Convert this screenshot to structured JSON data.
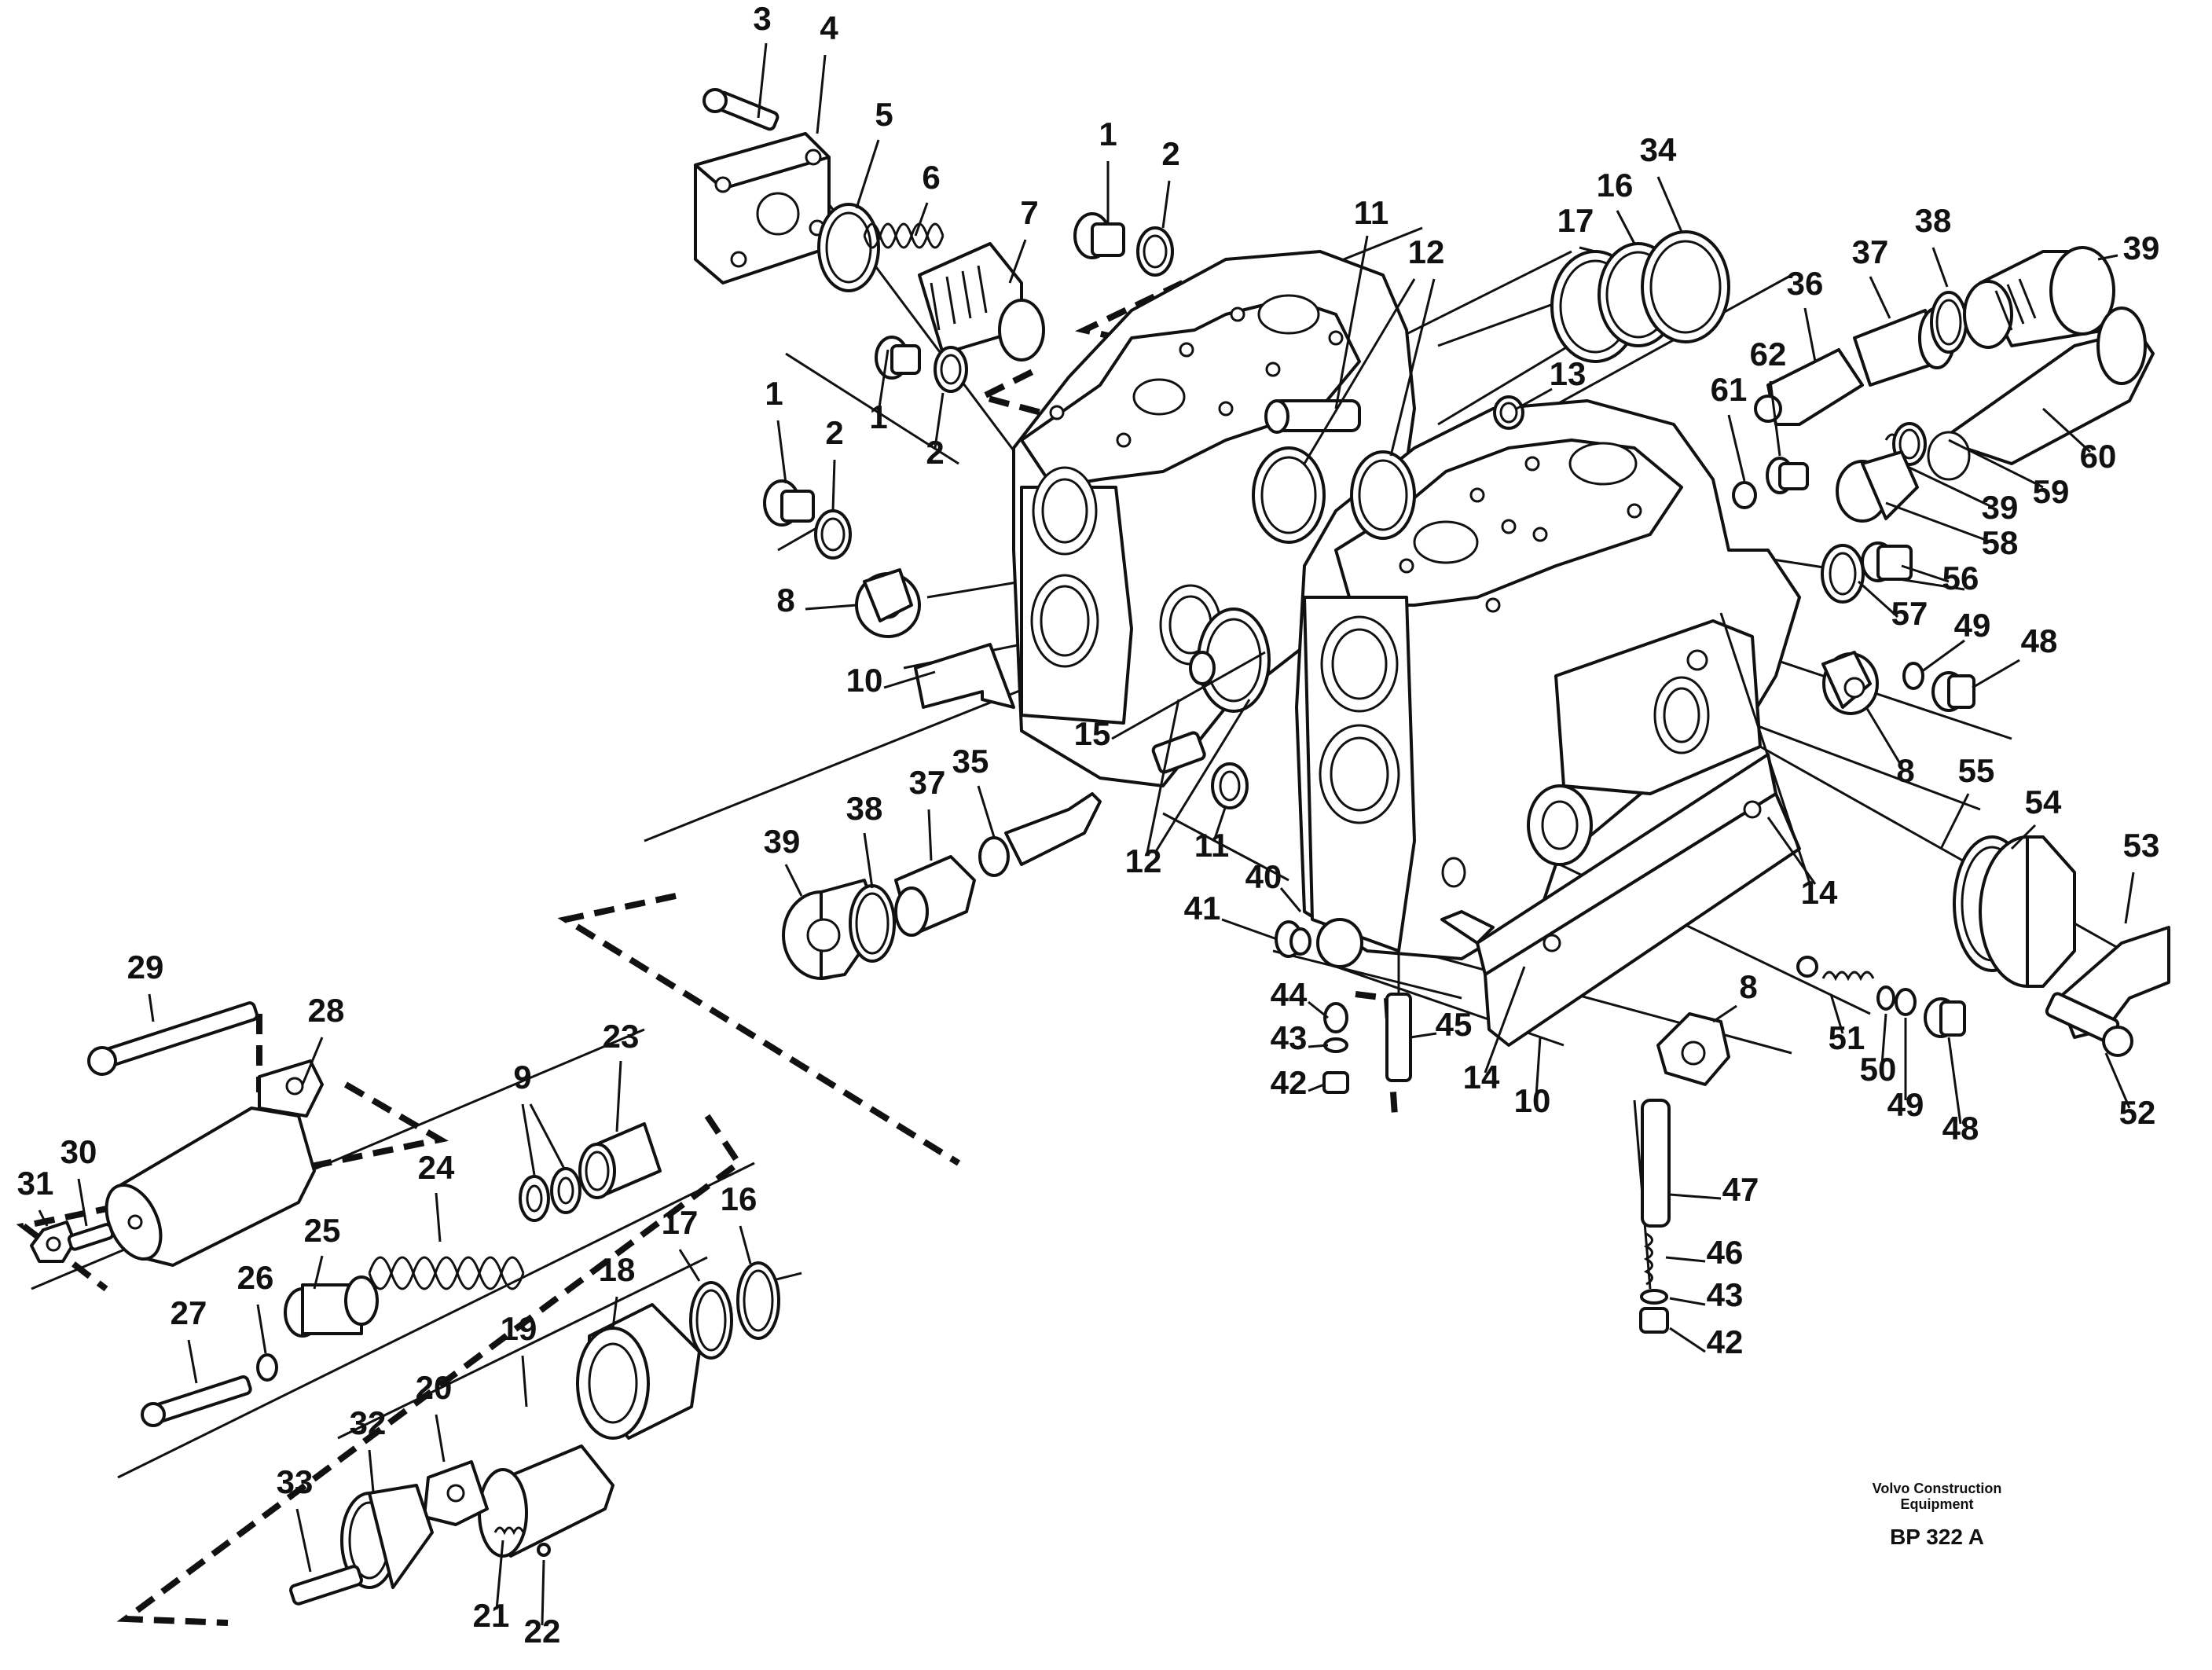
{
  "diagram": {
    "callouts": [
      {
        "id": "c3",
        "text": "3"
      },
      {
        "id": "c4",
        "text": "4"
      },
      {
        "id": "c5",
        "text": "5"
      },
      {
        "id": "c6",
        "text": "6"
      },
      {
        "id": "c7",
        "text": "7"
      },
      {
        "id": "c1a",
        "text": "1"
      },
      {
        "id": "c2a",
        "text": "2"
      },
      {
        "id": "c1b",
        "text": "1"
      },
      {
        "id": "c2b",
        "text": "2"
      },
      {
        "id": "c1c",
        "text": "1"
      },
      {
        "id": "c2c",
        "text": "2"
      },
      {
        "id": "c11a",
        "text": "11"
      },
      {
        "id": "c12a",
        "text": "12"
      },
      {
        "id": "c13",
        "text": "13"
      },
      {
        "id": "c17a",
        "text": "17"
      },
      {
        "id": "c16a",
        "text": "16"
      },
      {
        "id": "c34",
        "text": "34"
      },
      {
        "id": "c36",
        "text": "36"
      },
      {
        "id": "c37a",
        "text": "37"
      },
      {
        "id": "c38a",
        "text": "38"
      },
      {
        "id": "c39a",
        "text": "39"
      },
      {
        "id": "c61",
        "text": "61"
      },
      {
        "id": "c62",
        "text": "62"
      },
      {
        "id": "c60",
        "text": "60"
      },
      {
        "id": "c59",
        "text": "59"
      },
      {
        "id": "c39b",
        "text": "39"
      },
      {
        "id": "c58",
        "text": "58"
      },
      {
        "id": "c56",
        "text": "56"
      },
      {
        "id": "c57",
        "text": "57"
      },
      {
        "id": "c49a",
        "text": "49"
      },
      {
        "id": "c48a",
        "text": "48"
      },
      {
        "id": "c8a",
        "text": "8"
      },
      {
        "id": "c8b",
        "text": "8"
      },
      {
        "id": "c10a",
        "text": "10"
      },
      {
        "id": "c15",
        "text": "15"
      },
      {
        "id": "c35",
        "text": "35"
      },
      {
        "id": "c37b",
        "text": "37"
      },
      {
        "id": "c38b",
        "text": "38"
      },
      {
        "id": "c39c",
        "text": "39"
      },
      {
        "id": "c12b",
        "text": "12"
      },
      {
        "id": "c11b",
        "text": "11"
      },
      {
        "id": "c40",
        "text": "40"
      },
      {
        "id": "c41",
        "text": "41"
      },
      {
        "id": "c14a",
        "text": "14"
      },
      {
        "id": "c55",
        "text": "55"
      },
      {
        "id": "c54",
        "text": "54"
      },
      {
        "id": "c53",
        "text": "53"
      },
      {
        "id": "c52",
        "text": "52"
      },
      {
        "id": "c8c",
        "text": "8"
      },
      {
        "id": "c51",
        "text": "51"
      },
      {
        "id": "c50",
        "text": "50"
      },
      {
        "id": "c49b",
        "text": "49"
      },
      {
        "id": "c48b",
        "text": "48"
      },
      {
        "id": "c44",
        "text": "44"
      },
      {
        "id": "c43a",
        "text": "43"
      },
      {
        "id": "c42a",
        "text": "42"
      },
      {
        "id": "c45",
        "text": "45"
      },
      {
        "id": "c14b",
        "text": "14"
      },
      {
        "id": "c10b",
        "text": "10"
      },
      {
        "id": "c47",
        "text": "47"
      },
      {
        "id": "c46",
        "text": "46"
      },
      {
        "id": "c43b",
        "text": "43"
      },
      {
        "id": "c42b",
        "text": "42"
      },
      {
        "id": "c29",
        "text": "29"
      },
      {
        "id": "c28",
        "text": "28"
      },
      {
        "id": "c23",
        "text": "23"
      },
      {
        "id": "c9",
        "text": "9"
      },
      {
        "id": "c24",
        "text": "24"
      },
      {
        "id": "c30",
        "text": "30"
      },
      {
        "id": "c31",
        "text": "31"
      },
      {
        "id": "c25",
        "text": "25"
      },
      {
        "id": "c26",
        "text": "26"
      },
      {
        "id": "c27",
        "text": "27"
      },
      {
        "id": "c17b",
        "text": "17"
      },
      {
        "id": "c16b",
        "text": "16"
      },
      {
        "id": "c18",
        "text": "18"
      },
      {
        "id": "c19",
        "text": "19"
      },
      {
        "id": "c20",
        "text": "20"
      },
      {
        "id": "c32",
        "text": "32"
      },
      {
        "id": "c33",
        "text": "33"
      },
      {
        "id": "c21",
        "text": "21"
      },
      {
        "id": "c22",
        "text": "22"
      }
    ]
  },
  "credit": {
    "line1": "Volvo Construction",
    "line2": "Equipment",
    "code": "BP 322 A"
  }
}
